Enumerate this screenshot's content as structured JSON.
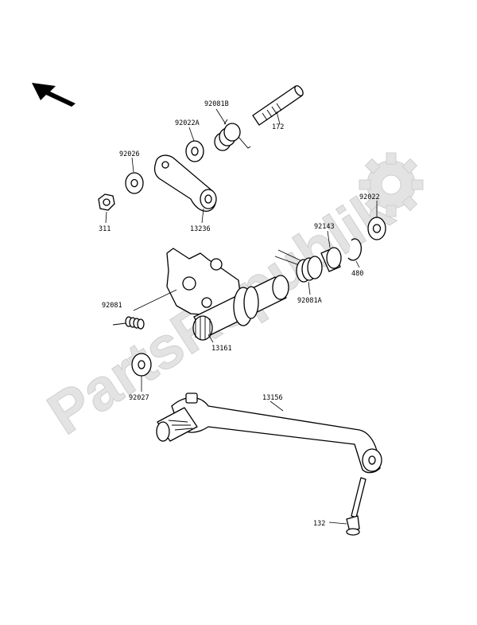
{
  "watermark": {
    "text": "PartsRepublik",
    "icon": "gear-icon"
  },
  "labels": {
    "p92081B": "92081B",
    "p92022A": "92022A",
    "p172": "172",
    "p92026": "92026",
    "p311": "311",
    "p13236": "13236",
    "p92022": "92022",
    "p92143": "92143",
    "p480": "480",
    "p92081A": "92081A",
    "p92081": "92081",
    "p13161": "13161",
    "p92027": "92027",
    "p13156": "13156",
    "p132": "132"
  }
}
